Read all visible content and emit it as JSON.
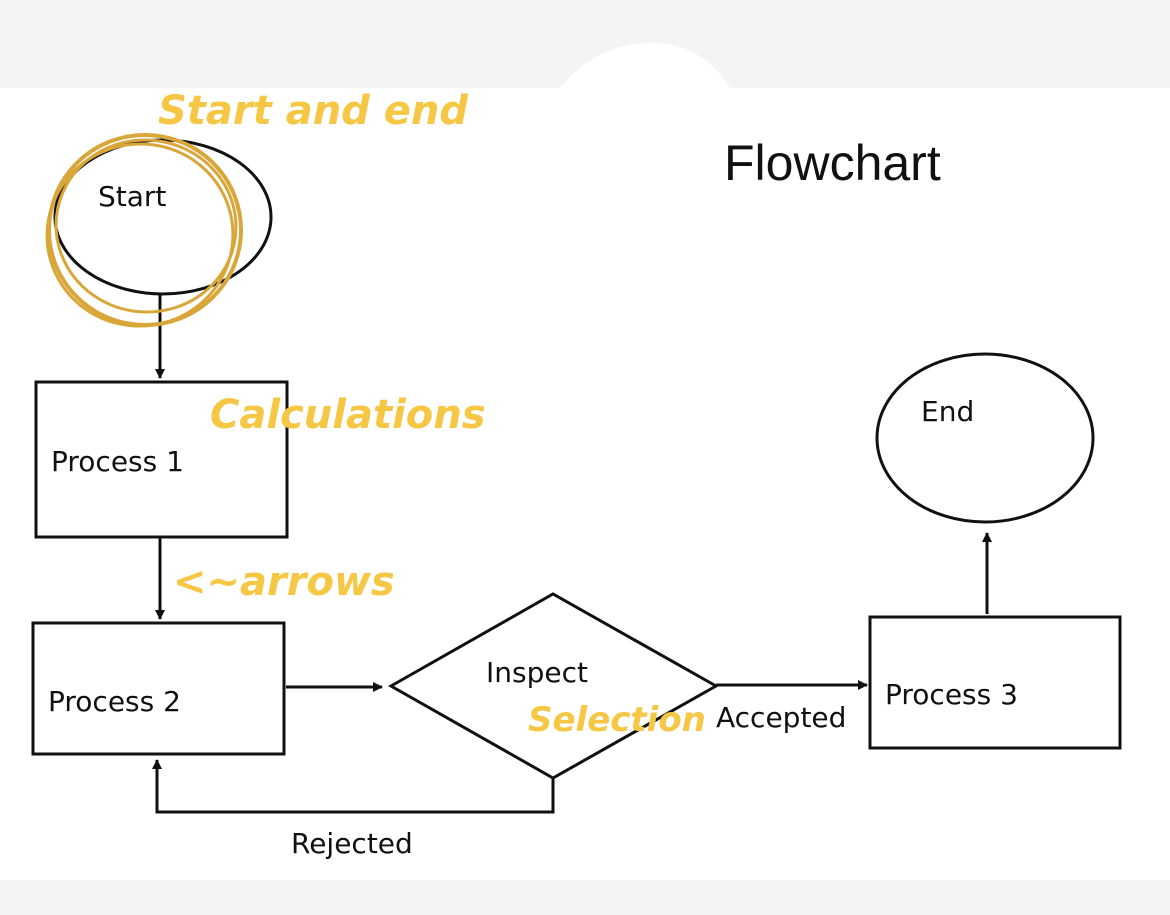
{
  "title": "Flowchart",
  "nodes": {
    "start": "Start",
    "process1": "Process 1",
    "process2": "Process 2",
    "inspect": "Inspect",
    "process3": "Process 3",
    "end": "End"
  },
  "edge_labels": {
    "accepted": "Accepted",
    "rejected": "Rejected"
  },
  "annotations": {
    "start_and_end": "Start and end",
    "calculations": "Calculations",
    "arrows": "<~arrows",
    "selection": "Selection"
  },
  "colors": {
    "background": "#f4f4f4",
    "diagram_bg": "#ffffff",
    "stroke": "#111111",
    "annotation": "#f6c744",
    "annotation_circle": "#d9a63a"
  }
}
